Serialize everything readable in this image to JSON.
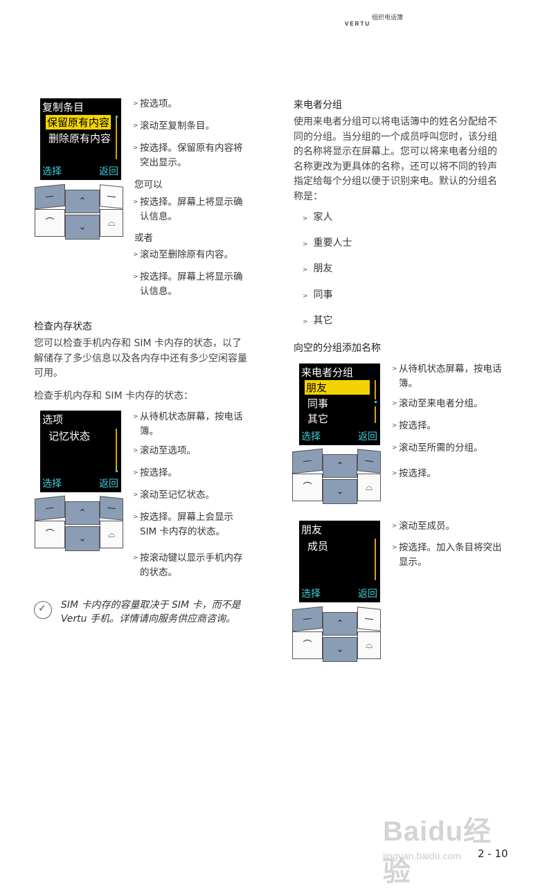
{
  "header": {
    "section": "组织电话簿",
    "brand": "VERTU"
  },
  "screen_copy": {
    "title": "复制条目",
    "items": [
      "保留原有内容",
      "删除原有内容"
    ],
    "soft_left": "选择",
    "soft_right": "返回"
  },
  "steps_copy": [
    "按选项。",
    "滚动至复制条目。",
    "按选择。保留原有内容将突出显示。"
  ],
  "or1_label": "您可以",
  "steps_copy2": [
    "按选择。屏幕上将显示确认信息。"
  ],
  "or2_label": "或者",
  "steps_copy3": [
    "滚动至删除原有内容。",
    "按选择。屏幕上将显示确认信息。"
  ],
  "memory": {
    "heading": "检查内存状态",
    "para": "您可以检查手机内存和 SIM 卡内存的状态，以了解储存了多少信息以及各内存中还有多少空闲容量可用。",
    "intro": "检查手机内存和 SIM 卡内存的状态：",
    "screen": {
      "title": "选项",
      "items": [
        "记忆状态"
      ],
      "soft_left": "选择",
      "soft_right": "返回"
    },
    "steps": [
      "从待机状态屏幕，按电话簿。",
      "滚动至选项。",
      "按选择。",
      "滚动至记忆状态。",
      "按选择。屏幕上会显示 SIM 卡内存的状态。",
      "按滚动键以显示手机内存的状态。"
    ]
  },
  "note": {
    "text": "SIM 卡内存的容量取决于 SIM 卡，而不是 Vertu 手机。详情请向服务供应商咨询。"
  },
  "caller_groups": {
    "heading": "来电者分组",
    "para": "使用来电者分组可以将电话簿中的姓名分配给不同的分组。当分组的一个成员呼叫您时，该分组的名称将显示在屏幕上。您可以将来电者分组的名称更改为更具体的名称，还可以将不同的铃声指定给每个分组以便于识别来电。默认的分组名称是：",
    "groups": [
      "家人",
      "重要人士",
      "朋友",
      "同事",
      "其它"
    ]
  },
  "add_names": {
    "heading": "向空的分组添加名称",
    "screen1": {
      "title": "来电者分组",
      "items": [
        "朋友",
        "同事",
        "其它"
      ],
      "soft_left": "选择",
      "soft_right": "返回"
    },
    "steps1": [
      "从待机状态屏幕，按电话簿。",
      "滚动至来电者分组。",
      "按选择。",
      "滚动至所需的分组。",
      "按选择。"
    ],
    "screen2": {
      "title": "朋友",
      "items": [
        "成员"
      ],
      "soft_left": "选择",
      "soft_right": "返回"
    },
    "steps2": [
      "滚动至成员。",
      "按选择。加入条目将突出显示。"
    ]
  },
  "keys": {
    "left_soft": "—",
    "right_soft": "—",
    "up": "⌃",
    "down": "⌄",
    "call": "⌒",
    "end": "⌓"
  },
  "watermark": {
    "brand": "Baidu经验",
    "url": "jingyan.baidu.com"
  },
  "page_number": "2 - 10"
}
